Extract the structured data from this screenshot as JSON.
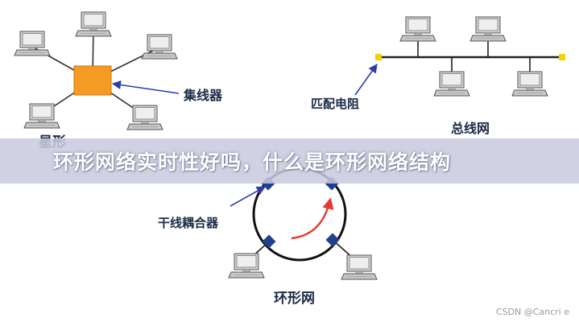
{
  "labels": {
    "hub": "集线器",
    "terminator": "匹配电阻",
    "bus": "总线网",
    "star_partial": "星形",
    "coupler": "干线耦合器",
    "ring": "环形网"
  },
  "banner": {
    "title": "环形网络实时性好吗，什么是环形网络结构"
  },
  "watermark": "CSDN @Cancri e",
  "colors": {
    "hub": "#f59a23",
    "terminator": "#f5d000",
    "coupler": "#1f3f8f",
    "ring_arrow": "#e53935",
    "pointer": "#2c3cae"
  },
  "icons": [
    "computer-icon"
  ]
}
